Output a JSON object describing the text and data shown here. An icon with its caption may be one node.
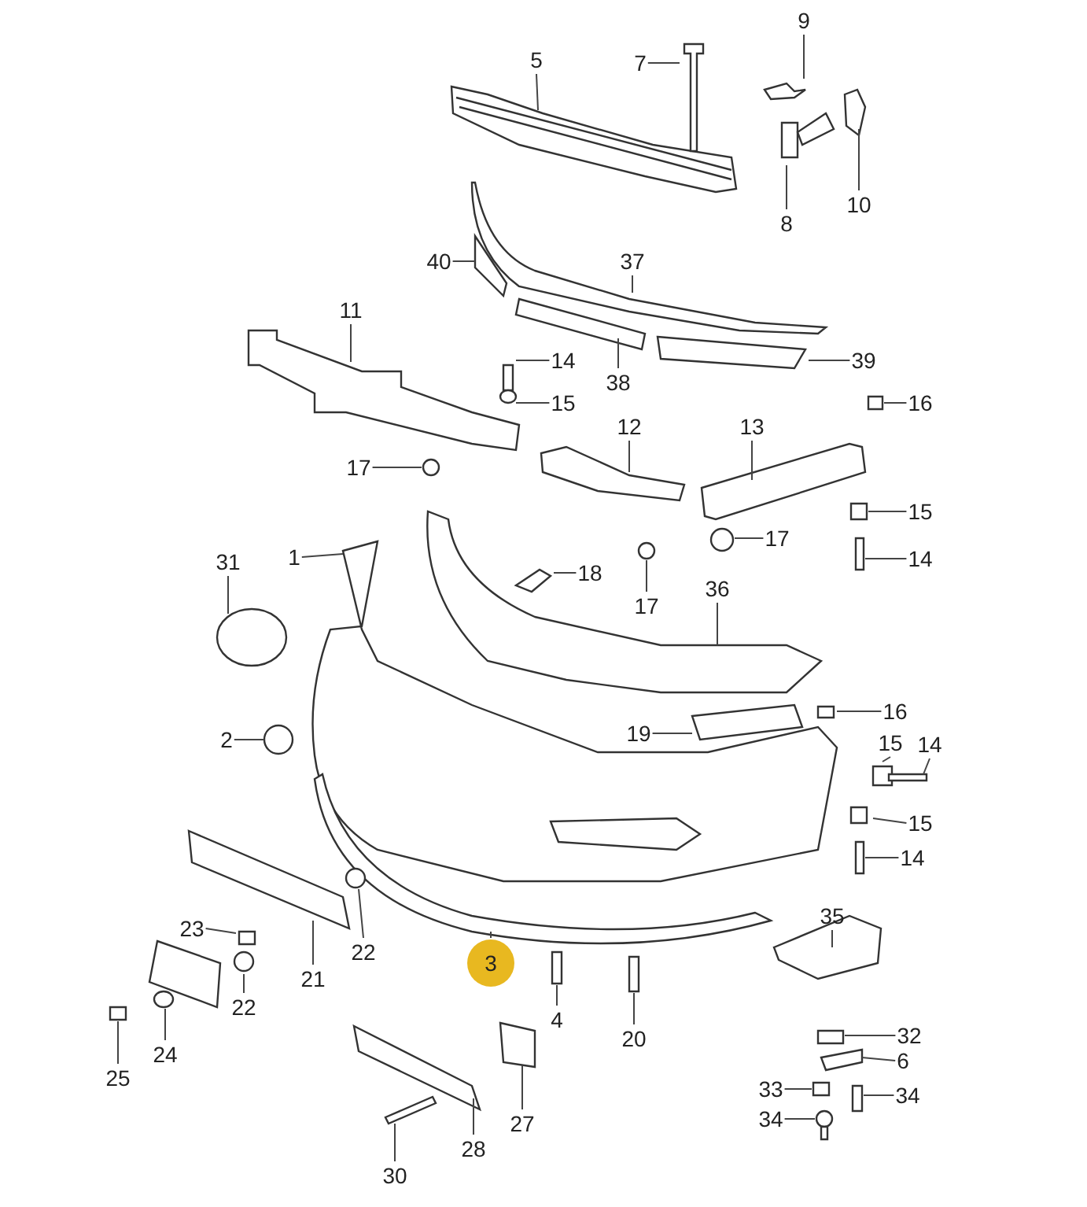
{
  "diagram": {
    "nodes": [
      {
        "text": [
          "9"
        ]
      },
      {
        "text": [
          "5"
        ]
      },
      {
        "text": [
          "7"
        ]
      },
      {
        "text": [
          "10"
        ]
      },
      {
        "text": [
          "8"
        ]
      },
      {
        "text": [
          "40"
        ]
      },
      {
        "text": [
          "37"
        ]
      },
      {
        "text": [
          "11"
        ]
      },
      {
        "text": [
          "14"
        ]
      },
      {
        "text": [
          "39"
        ]
      },
      {
        "text": [
          "38"
        ]
      },
      {
        "text": [
          "15"
        ]
      },
      {
        "text": [
          "16"
        ]
      },
      {
        "text": [
          "12"
        ]
      },
      {
        "text": [
          "13"
        ]
      },
      {
        "text": [
          "17"
        ]
      },
      {
        "text": [
          "15"
        ]
      },
      {
        "text": [
          "17"
        ]
      },
      {
        "text": [
          "31"
        ]
      },
      {
        "text": [
          "1"
        ]
      },
      {
        "text": [
          "14"
        ]
      },
      {
        "text": [
          "18"
        ]
      },
      {
        "text": [
          "36"
        ]
      },
      {
        "text": [
          "17"
        ]
      },
      {
        "text": [
          "16"
        ]
      },
      {
        "text": [
          "19"
        ]
      },
      {
        "text": [
          "2"
        ]
      },
      {
        "text": [
          "15"
        ]
      },
      {
        "text": [
          "14"
        ]
      },
      {
        "text": [
          "15"
        ]
      },
      {
        "text": [
          "14"
        ]
      },
      {
        "text": [
          "35"
        ]
      },
      {
        "text": [
          "23"
        ]
      },
      {
        "text": [
          "22"
        ]
      },
      {
        "text": [
          "3"
        ]
      },
      {
        "text": [
          "21"
        ]
      },
      {
        "text": [
          "22"
        ]
      },
      {
        "text": [
          "4"
        ]
      },
      {
        "text": [
          "20"
        ]
      },
      {
        "text": [
          "32"
        ]
      },
      {
        "text": [
          "6"
        ]
      },
      {
        "text": [
          "24"
        ]
      },
      {
        "text": [
          "33"
        ]
      },
      {
        "text": [
          "34"
        ]
      },
      {
        "text": [
          "25"
        ]
      },
      {
        "text": [
          "27"
        ]
      },
      {
        "text": [
          "34"
        ]
      },
      {
        "text": [
          "28"
        ]
      },
      {
        "text": [
          "30"
        ]
      }
    ],
    "edges": [
      {
        "from": 0,
        "to": null,
        "arrow": "none"
      },
      {
        "from": 1,
        "to": null,
        "arrow": "none"
      },
      {
        "from": 2,
        "to": null,
        "arrow": "none"
      },
      {
        "from": 3,
        "to": null,
        "arrow": "none"
      },
      {
        "from": 4,
        "to": null,
        "arrow": "none"
      },
      {
        "from": 5,
        "to": null,
        "arrow": "none"
      },
      {
        "from": 6,
        "to": null,
        "arrow": "none"
      },
      {
        "from": 7,
        "to": null,
        "arrow": "none"
      },
      {
        "from": 8,
        "to": null,
        "arrow": "none"
      },
      {
        "from": 9,
        "to": null,
        "arrow": "none"
      },
      {
        "from": 10,
        "to": null,
        "arrow": "none"
      },
      {
        "from": 11,
        "to": null,
        "arrow": "none"
      },
      {
        "from": 12,
        "to": null,
        "arrow": "none"
      },
      {
        "from": 13,
        "to": null,
        "arrow": "none"
      },
      {
        "from": 14,
        "to": null,
        "arrow": "none"
      },
      {
        "from": 15,
        "to": null,
        "arrow": "none"
      },
      {
        "from": 16,
        "to": null,
        "arrow": "none"
      },
      {
        "from": 17,
        "to": null,
        "arrow": "none"
      },
      {
        "from": 18,
        "to": null,
        "arrow": "none"
      },
      {
        "from": 19,
        "to": null,
        "arrow": "none"
      },
      {
        "from": 20,
        "to": null,
        "arrow": "none"
      },
      {
        "from": 21,
        "to": null,
        "arrow": "none"
      },
      {
        "from": 22,
        "to": null,
        "arrow": "none"
      },
      {
        "from": 23,
        "to": null,
        "arrow": "none"
      },
      {
        "from": 24,
        "to": null,
        "arrow": "none"
      },
      {
        "from": 25,
        "to": null,
        "arrow": "none"
      },
      {
        "from": 26,
        "to": null,
        "arrow": "none"
      },
      {
        "from": 27,
        "to": null,
        "arrow": "none"
      },
      {
        "from": 28,
        "to": null,
        "arrow": "none"
      },
      {
        "from": 29,
        "to": null,
        "arrow": "none"
      },
      {
        "from": 30,
        "to": null,
        "arrow": "none"
      },
      {
        "from": 31,
        "to": null,
        "arrow": "none"
      },
      {
        "from": 32,
        "to": null,
        "arrow": "none"
      },
      {
        "from": 33,
        "to": null,
        "arrow": "none"
      },
      {
        "from": 34,
        "to": null,
        "arrow": "none"
      },
      {
        "from": 35,
        "to": null,
        "arrow": "none"
      },
      {
        "from": 36,
        "to": null,
        "arrow": "none"
      },
      {
        "from": 37,
        "to": null,
        "arrow": "none"
      },
      {
        "from": 38,
        "to": null,
        "arrow": "none"
      },
      {
        "from": 39,
        "to": null,
        "arrow": "none"
      },
      {
        "from": 40,
        "to": null,
        "arrow": "none"
      },
      {
        "from": 41,
        "to": null,
        "arrow": "none"
      },
      {
        "from": 42,
        "to": null,
        "arrow": "none"
      },
      {
        "from": 43,
        "to": null,
        "arrow": "none"
      },
      {
        "from": 44,
        "to": null,
        "arrow": "none"
      },
      {
        "from": 45,
        "to": null,
        "arrow": "none"
      },
      {
        "from": 46,
        "to": null,
        "arrow": "none"
      },
      {
        "from": 47,
        "to": null,
        "arrow": "none"
      },
      {
        "from": 48,
        "to": null,
        "arrow": "none"
      }
    ]
  }
}
